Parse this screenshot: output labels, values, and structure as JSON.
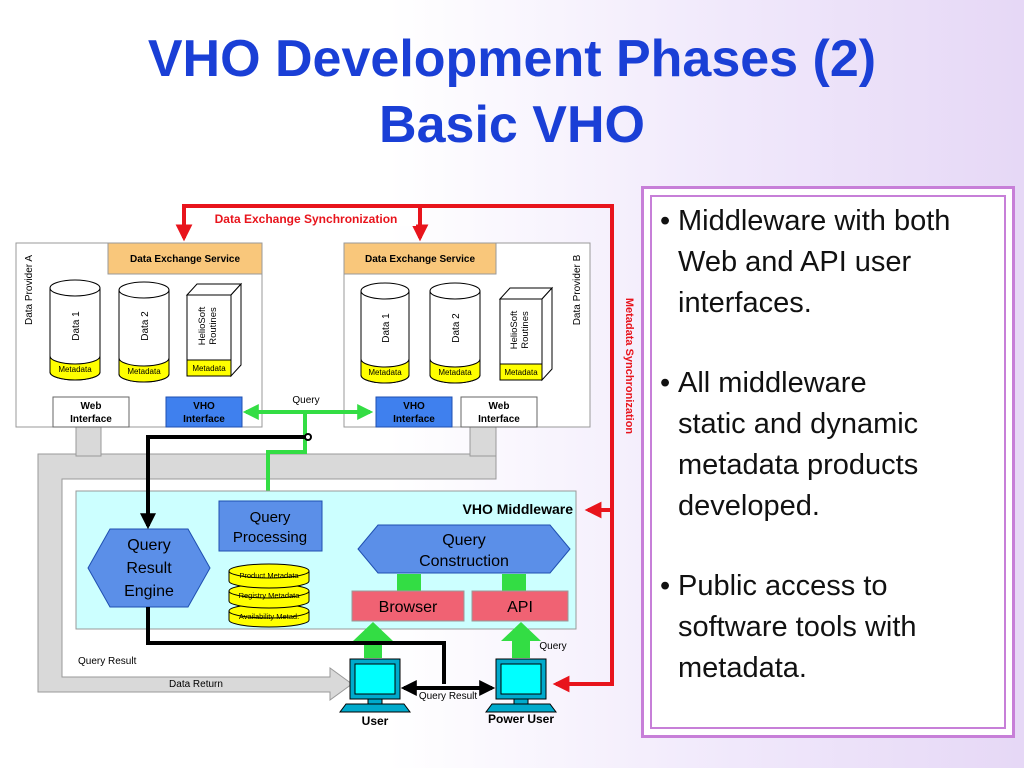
{
  "title": {
    "line1": "VHO Development Phases (2)",
    "line2": "Basic VHO"
  },
  "diagram": {
    "sync_top_label": "Data Exchange Synchronization",
    "sync_side_label": "Metadata Synchronization",
    "provider_a": {
      "side_label": "Data Provider A",
      "service_label": "Data Exchange Service",
      "cyl1": "Data 1",
      "cyl2": "Data 2",
      "cube_line1": "HelioSoft",
      "cube_line2": "Routines",
      "meta_label": "Metadata",
      "web_line1": "Web",
      "web_line2": "Interface",
      "vho_line1": "VHO",
      "vho_line2": "Interface"
    },
    "provider_b": {
      "side_label": "Data Provider B",
      "service_label": "Data Exchange Service",
      "cyl1": "Data 1",
      "cyl2": "Data 2",
      "cube_line1": "HelioSoft",
      "cube_line2": "Routines",
      "meta_label": "Metadata",
      "web_line1": "Web",
      "web_line2": "Interface",
      "vho_line1": "VHO",
      "vho_line2": "Interface"
    },
    "query_label_top": "Query",
    "middleware_label": "VHO Middleware",
    "query_processing_line1": "Query",
    "query_processing_line2": "Processing",
    "query_construction_line1": "Query",
    "query_construction_line2": "Construction",
    "query_result_engine_line1": "Query",
    "query_result_engine_line2": "Result",
    "query_result_engine_line3": "Engine",
    "product_metadata": "Product Metadata",
    "registry_metadata": "Registry Metadata",
    "availability_metadata": "Availability Metad.",
    "browser_label": "Browser",
    "api_label": "API",
    "query_label_power": "Query",
    "query_result_left": "Query Result",
    "data_return": "Data Return",
    "query_result_bottom": "Query Result",
    "user_label": "User",
    "power_user_label": "Power User"
  },
  "bullets": [
    {
      "lines": [
        "Middleware with both",
        "Web and API user",
        "interfaces."
      ]
    },
    {
      "lines": [
        "All middleware",
        "static and dynamic",
        "metadata products",
        "developed."
      ]
    },
    {
      "lines": [
        "Public access to",
        "software tools with",
        "metadata."
      ]
    }
  ],
  "colors": {
    "title": "#1a3fd6",
    "sync_red": "#e8141c",
    "query_green": "#33dd44",
    "service_orange": "#f9c77b",
    "metadata_yellow": "#ffff00",
    "vho_interface_blue": "#3f80ee",
    "middleware_cyan": "#ccffff",
    "browser_red": "#f06273",
    "panel_border": "#c77fd8"
  }
}
